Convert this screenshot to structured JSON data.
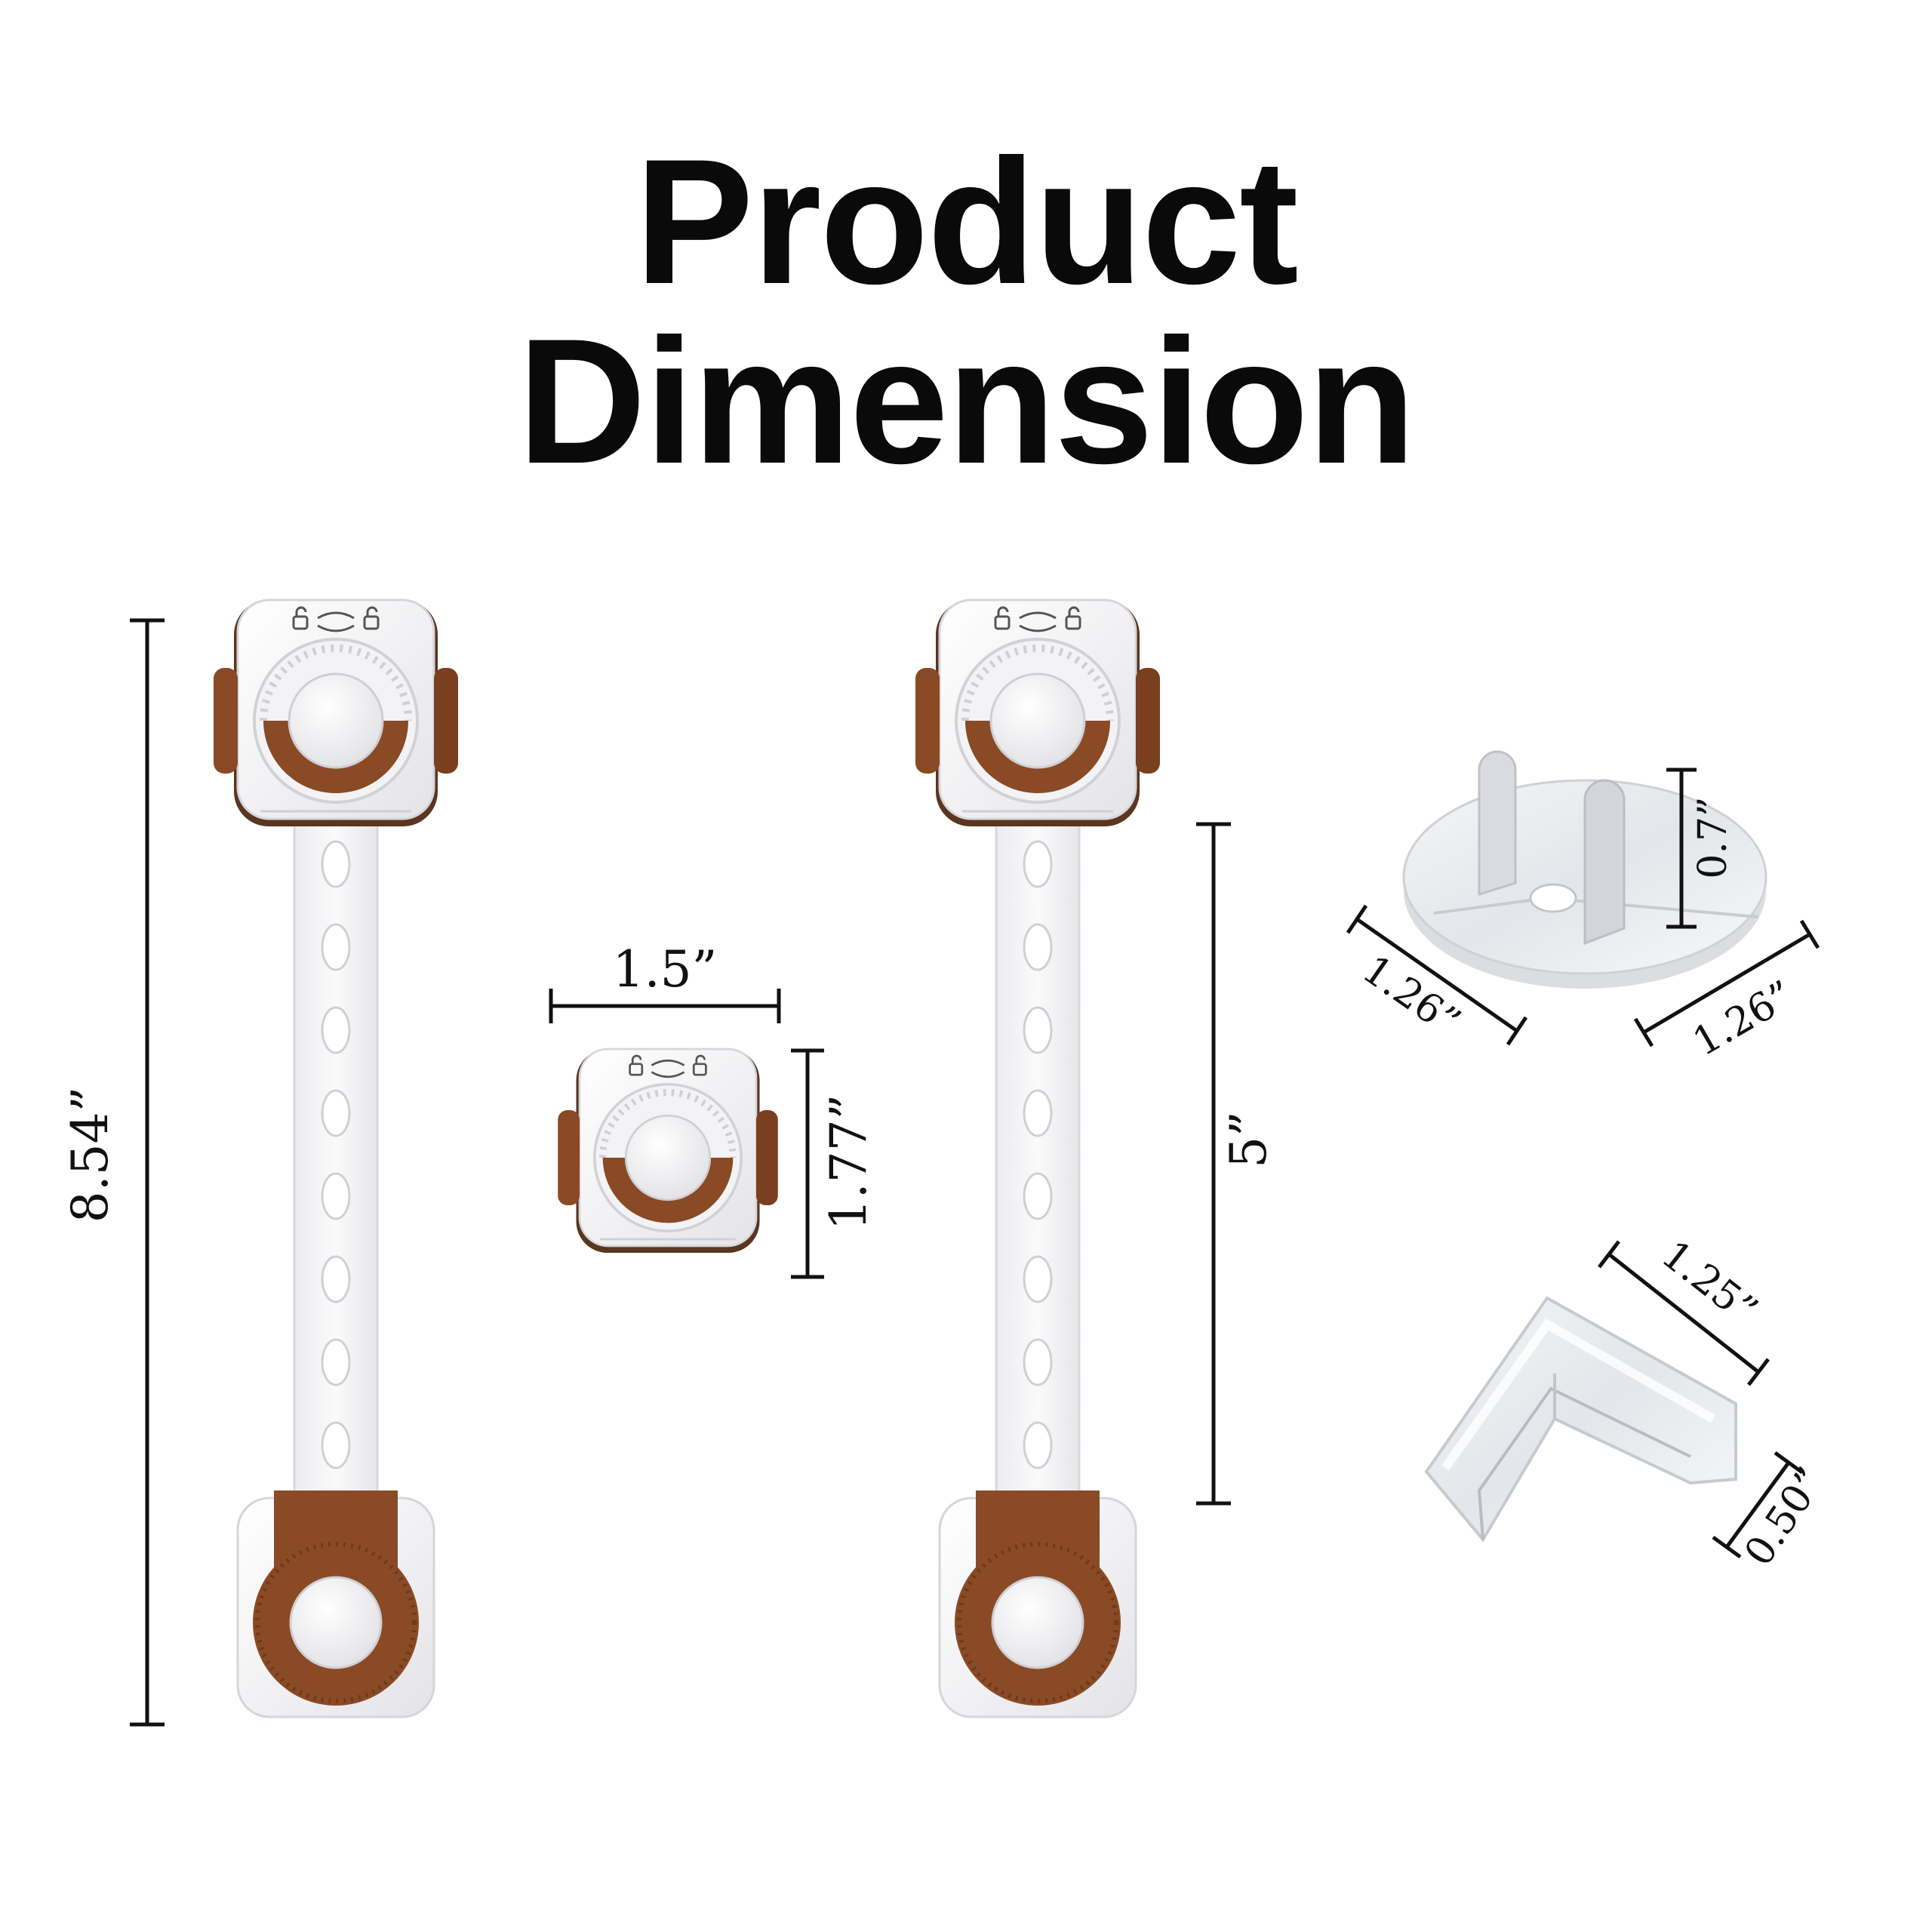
{
  "title": {
    "line1": "Product",
    "line2": "Dimension"
  },
  "dimensions": {
    "lock_long_length": "8.54”",
    "lock_head_width": "1.5”",
    "lock_head_height": "1.77”",
    "lock_short_length": "5”",
    "outlet_cover_prong_height": "0.7”",
    "outlet_cover_depth": "1.26”",
    "outlet_cover_width": "1.26”",
    "corner_guard_length": "1.25”",
    "corner_guard_thickness": "0.50”"
  },
  "colors": {
    "accent": "#8a4a25",
    "body": "#f1f1f3",
    "line": "#111111",
    "text": "#0a0a0a"
  }
}
